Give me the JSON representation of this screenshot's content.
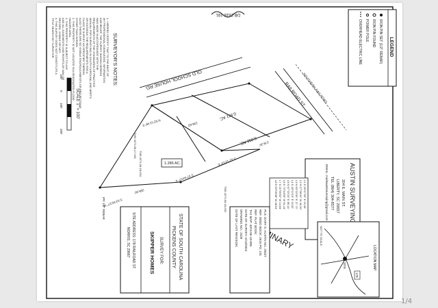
{
  "viewer": {
    "page_counter": "1/4"
  },
  "sheet": {
    "db_reference": "DB 2616-191",
    "surveyor_notes": {
      "title": "SURVEYOR'S NOTES:",
      "lines": [
        "1. I HEREBY CERTIFY THAT TO THE BEST OF",
        "MY PROFESSIONAL KNOWLEDGE, INFORMATION",
        "AND BELIEF, THE SURVEY SHOWN HEREON",
        "WAS MADE IN ACCORDANCE WITH THE",
        "REQUIREMENTS OF THE STANDARDS OF PRACTICE",
        "MANUAL FOR SURVEYING IN SOUTH CAROLINA, AND MEETS",
        "OR EXCEEDS THE REQUIREMENTS FOR A",
        "CLASS 'B' SURVEY AS SPECIFIED THEREIN.",
        "ALSO THERE ARE NO VISIBLE ENCROACHMENTS OR PROJECTIONS",
        "OTHER THAN SHOWN.",
        "2. THIS PROPERTY IS NOT LOCATED IN A DESIGNATED FLOOD",
        "HAZARD AREA.",
        "3. THIS PROPERTY IS SUBJECT TO ANY",
        "AND ALL EASEMENTS AND RIGHTS-OF-WAY OF",
        "RECORD, VISIBLE OR NOT.",
        "4. THIS SURVEY DOES NOT CONSTITUTE A",
        "TITLE SEARCH BY SURVEYOR."
      ]
    },
    "legend": {
      "title": "LEGEND",
      "items": [
        "IRON PIN SET (1/2\" REBAR)",
        "IRON PIN FOUND",
        "POWER POLE",
        "OVERHEAD ELECTRIC LINE"
      ]
    },
    "company": {
      "name": "AUSTIN SURVEYING, LLC",
      "address": "204 E. MAIN ST.",
      "city": "LIBERTY, SC 29657",
      "phone": "TEL (864) 304-8577",
      "email": "EMAIL: markaustinsurveying@gmail.com"
    },
    "curve_table_rows": [
      "L1  S 25°47'00\" E  15.45'",
      "L2  N 27°08'41\" W  40.00'",
      "L3  N 63°22'00\" E  27.73'",
      "L4  S 18°12'19\" E  33.52'",
      "L5  N 67°23'24\" E  69.14'",
      "L6  S 73°44'09\" W  51.14'",
      "L7  S 21°59'52\" W  14.64'",
      "L8  S 62°09'08\" W  48.54'"
    ],
    "map_labels": {
      "old_school_house_rd": "OLD SCHOOL HOUSE RD.",
      "railroad_st": "RAILROAD ST.",
      "southern_railroad": "SOUTHERN RAILROAD",
      "preliminary": "PRELIMINARY",
      "lot1_area": "0.811 AC.",
      "lot2_area": "0.811 AC.",
      "remaining_area": "1.286 AC.",
      "tm_parcel_1": "TMS 4073-06-17-001",
      "tm_parcel_2": "TMS 4073-06-18-004",
      "tm_parcel_3": "TMS 4073-06-18-002",
      "bearing_1": "N 52°11'49\" E",
      "bearing_2": "S 52°12'13\" E",
      "bearing_3": "S 37°44'07\" E",
      "bearing_4": "S 53°55'27\" W",
      "distance_1": "258.00'",
      "distance_2": "239.63'",
      "distance_3": "278.35'",
      "iron_pin_note": "IPF 1/2\" REBAR",
      "scale_label": "SCALE 1\" = 100'",
      "scale_ticks": [
        "100'",
        "0",
        "100'",
        "200'"
      ]
    },
    "title_block": {
      "state": "STATE OF SOUTH CAROLINA",
      "county": "PICKENS COUNTY",
      "survey_for": "SURVEY FOR:",
      "client": "SKIPPER HOMES",
      "site_address": "SITE ADDRESS: 178 RAILROAD ST.",
      "site_city": "NORRIS, SC 29667",
      "plat_info": [
        "PLS: GARY S. AUSTIN   NO. 29327",
        "REF. DEED BOOK: 2616  PG: 191",
        "REF. PLAT BOOK:",
        "TAX MAP: 4073-06-18-005",
        "DATE OF SURVEY: 6/13/2024",
        "DRAWING NO.: 2428",
        "DATE OF LAST REVISION:"
      ]
    },
    "location_map": {
      "title": "LOCATION MAP",
      "site": "SITE",
      "hwy": "178",
      "note": "NOT TO SCALE"
    }
  }
}
